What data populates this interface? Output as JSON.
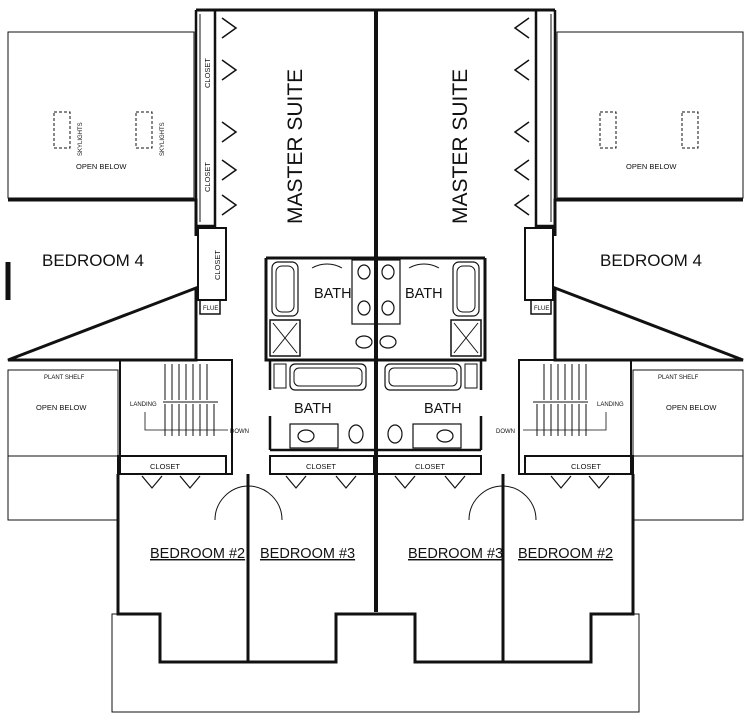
{
  "plan": {
    "left": {
      "master_suite": "MASTER SUITE",
      "bedroom_4": "BEDROOM 4",
      "bedroom_2": "BEDROOM #2",
      "bedroom_3": "BEDROOM #3",
      "bath_master": "BATH",
      "bath_hall": "BATH",
      "closet_top": "CLOSET",
      "closet_mid": "CLOSET",
      "closet_b4": "CLOSET",
      "closet_hall_outer": "CLOSET",
      "closet_hall_inner": "CLOSET",
      "flue": "FLUE",
      "skylights_1": "SKYLIGHTS",
      "skylights_2": "SKYLIGHTS",
      "open_below_top": "OPEN BELOW",
      "open_below_mid": "OPEN BELOW",
      "plant_shelf": "PLANT SHELF",
      "landing": "LANDING",
      "down": "DOWN"
    },
    "right": {
      "master_suite": "MASTER SUITE",
      "bedroom_4": "BEDROOM 4",
      "bedroom_2": "BEDROOM #2",
      "bedroom_3": "BEDROOM #3",
      "bath_master": "BATH",
      "bath_hall": "BATH",
      "closet_hall_outer": "CLOSET",
      "closet_hall_inner": "CLOSET",
      "flue": "FLUE",
      "open_below_top": "OPEN BELOW",
      "open_below_mid": "OPEN BELOW",
      "plant_shelf": "PLANT SHELF",
      "landing": "LANDING",
      "down": "DOWN"
    }
  }
}
